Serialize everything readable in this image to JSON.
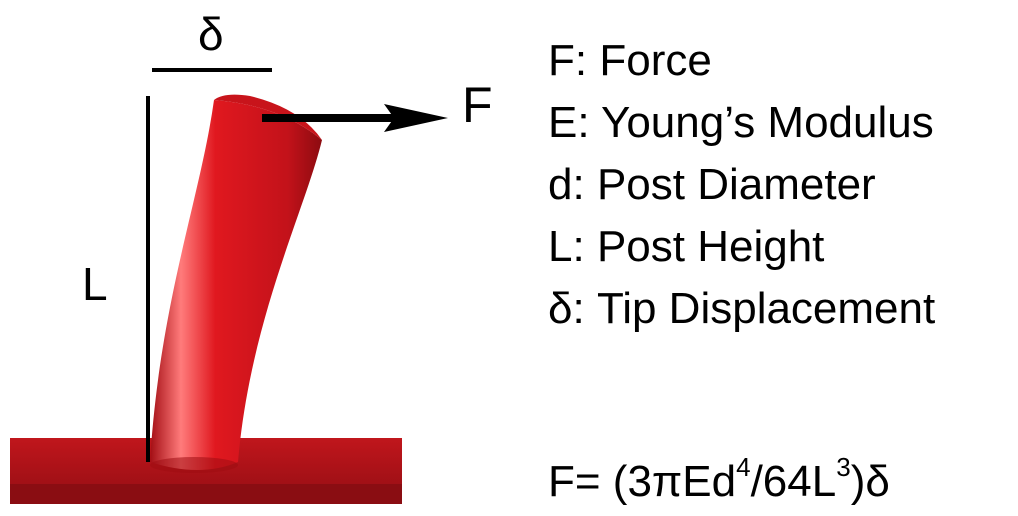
{
  "diagram": {
    "delta_label": "δ",
    "height_label": "L",
    "force_label": "F",
    "colors": {
      "post": "#d4151c",
      "post_highlight": "#ff8a8a",
      "post_shadow": "#8c0b10",
      "base_top": "#b5141a",
      "base_side": "#8a0d12",
      "lines": "#000000"
    }
  },
  "legend": [
    {
      "symbol": "F",
      "desc": "Force"
    },
    {
      "symbol": "E",
      "desc": "Young’s Modulus"
    },
    {
      "symbol": "d",
      "desc": "Post Diameter"
    },
    {
      "symbol": "L",
      "desc": "Post Height"
    },
    {
      "symbol": "δ",
      "desc": "Tip Displacement"
    }
  ],
  "formula": {
    "lhs": "F= ",
    "main": "(3πEd",
    "exp1": "4",
    "mid": "/64L",
    "exp2": "3",
    "tail": ")δ"
  }
}
